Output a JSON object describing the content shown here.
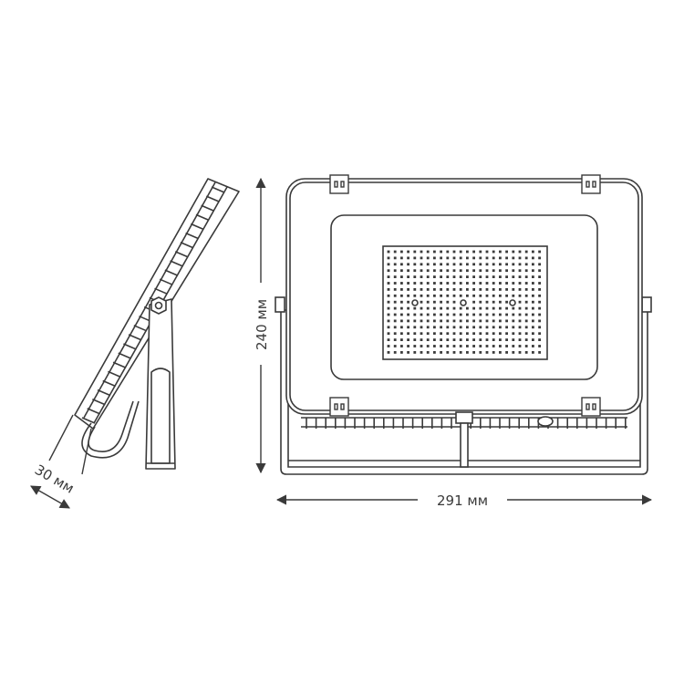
{
  "dimensions": {
    "thickness": "30 мм",
    "height": "240 мм",
    "width": "291 мм"
  },
  "colors": {
    "line": "#3a3a3a",
    "panel_fill": "#ffffff"
  },
  "icons": {
    "arrow": "double-headed-dimension-arrow"
  }
}
